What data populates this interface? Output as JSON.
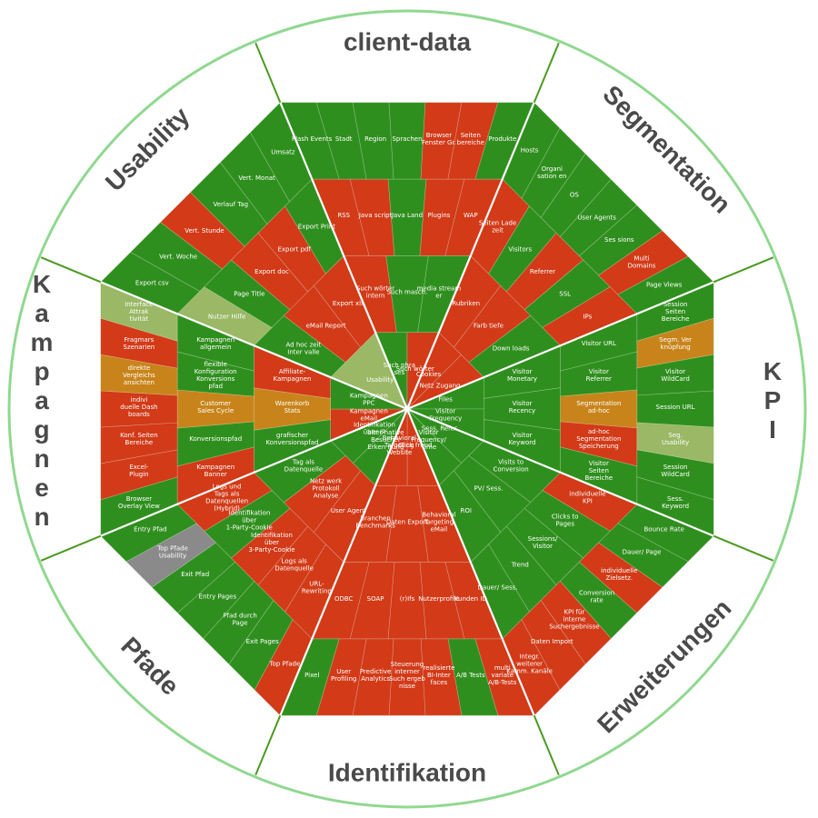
{
  "colors": {
    "green": "#2f8f1e",
    "red": "#d23a18",
    "orange": "#c8841a",
    "lightgreen": "#9ab865",
    "gray": "#8a8a8a",
    "ring": "#90d890",
    "divider": "#4a9a20"
  },
  "categories": [
    {
      "name": "client-data"
    },
    {
      "name": "Segmentation"
    },
    {
      "name": "K P I"
    },
    {
      "name": "Erweiterungen"
    },
    {
      "name": "Identifikation"
    },
    {
      "name": "Pfade"
    },
    {
      "name": "Kampagnen"
    },
    {
      "name": "Usability"
    }
  ],
  "cells": [
    {
      "text": "Such phra ses",
      "fill": "green"
    },
    {
      "text": "Such wörter",
      "fill": "red"
    },
    {
      "text": "Such wörter intern",
      "fill": "red"
    },
    {
      "text": "Such masch.",
      "fill": "green"
    },
    {
      "text": "media stream er",
      "fill": "green"
    },
    {
      "text": "RSS",
      "fill": "red"
    },
    {
      "text": "Java script",
      "fill": "red"
    },
    {
      "text": "Java Land",
      "fill": "green"
    },
    {
      "text": "Plugins",
      "fill": "red"
    },
    {
      "text": "WAP",
      "fill": "red"
    },
    {
      "text": "Flash Events",
      "fill": "green"
    },
    {
      "text": "Stadt",
      "fill": "green"
    },
    {
      "text": "Region",
      "fill": "green"
    },
    {
      "text": "Sprachen",
      "fill": "green"
    },
    {
      "text": "Browser Fenster Gr.",
      "fill": "red"
    },
    {
      "text": "Seiten bereiche",
      "fill": "red"
    },
    {
      "text": "Produkte",
      "fill": "green"
    },
    {
      "text": "Cookies",
      "fill": "red"
    },
    {
      "text": "Netz Zugang",
      "fill": "red"
    },
    {
      "text": "Rubriken",
      "fill": "red"
    },
    {
      "text": "Farb tiefe",
      "fill": "red"
    },
    {
      "text": "Down loads",
      "fill": "green"
    },
    {
      "text": "Seiten Lade zeit",
      "fill": "red"
    },
    {
      "text": "Visitors",
      "fill": "green"
    },
    {
      "text": "Referrer",
      "fill": "red"
    },
    {
      "text": "SSL",
      "fill": "green"
    },
    {
      "text": "IPs",
      "fill": "red"
    },
    {
      "text": "Hosts",
      "fill": "green"
    },
    {
      "text": "Organi sation en",
      "fill": "green"
    },
    {
      "text": "OS",
      "fill": "green"
    },
    {
      "text": "User Agents",
      "fill": "green"
    },
    {
      "text": "Ses sions",
      "fill": "green"
    },
    {
      "text": "Multi Domains",
      "fill": "red"
    },
    {
      "text": "Page Views",
      "fill": "green"
    },
    {
      "text": "Files",
      "fill": "green"
    },
    {
      "text": "Visitor Frequency",
      "fill": "green"
    },
    {
      "text": "Visitor Monetary",
      "fill": "green"
    },
    {
      "text": "Visitor Recency",
      "fill": "green"
    },
    {
      "text": "Visitor Keyword",
      "fill": "green"
    },
    {
      "text": "Visitor URL",
      "fill": "green"
    },
    {
      "text": "Visitor Referrer",
      "fill": "green"
    },
    {
      "text": "Segmentation ad-hoc",
      "fill": "orange"
    },
    {
      "text": "ad-hoc Segmentation Speicherung",
      "fill": "red"
    },
    {
      "text": "Visitor Seiten Bereiche",
      "fill": "green"
    },
    {
      "text": "Session Seiten Bereiche",
      "fill": "green"
    },
    {
      "text": "Segm. Ver knüpfung",
      "fill": "orange"
    },
    {
      "text": "Visitor WildCard",
      "fill": "green"
    },
    {
      "text": "Session URL",
      "fill": "green"
    },
    {
      "text": "Seg. Usability",
      "fill": "lightgreen"
    },
    {
      "text": "Session WildCard",
      "fill": "green"
    },
    {
      "text": "Sess. Keyword",
      "fill": "green"
    },
    {
      "text": "Sess. Refer.",
      "fill": "green"
    },
    {
      "text": "Visitor Frequency/ Time",
      "fill": "green"
    },
    {
      "text": "Visits to Conversion",
      "fill": "green"
    },
    {
      "text": "PV/ Sess.",
      "fill": "green"
    },
    {
      "text": "ROI",
      "fill": "green"
    },
    {
      "text": "individuelle KPI",
      "fill": "red"
    },
    {
      "text": "Clicks to Pages",
      "fill": "green"
    },
    {
      "text": "Sessions/ Visitor",
      "fill": "green"
    },
    {
      "text": "Trend",
      "fill": "green"
    },
    {
      "text": "Dauer/ Sess.",
      "fill": "green"
    },
    {
      "text": "Bounce Rate",
      "fill": "green"
    },
    {
      "text": "Dauer/ Page",
      "fill": "green"
    },
    {
      "text": "individuelle Zielsetz.",
      "fill": "red"
    },
    {
      "text": "Conversion rate",
      "fill": "green"
    },
    {
      "text": "KPI für interne Suchergebnisse",
      "fill": "red"
    },
    {
      "text": "Daten Import",
      "fill": "red"
    },
    {
      "text": "Integr. weiterer Kamm. Kanäle",
      "fill": "red"
    },
    {
      "text": "Click fraud",
      "fill": "red"
    },
    {
      "text": "Behavioral Targeting Website",
      "fill": "red"
    },
    {
      "text": "Behavioral Targeting eMail",
      "fill": "red"
    },
    {
      "text": "Daten Export",
      "fill": "red"
    },
    {
      "text": "Branchen Benchmarks",
      "fill": "red"
    },
    {
      "text": "Kunden ID",
      "fill": "red"
    },
    {
      "text": "Nutzerprofile",
      "fill": "red"
    },
    {
      "text": "(r)Ifs",
      "fill": "red"
    },
    {
      "text": "SOAP",
      "fill": "red"
    },
    {
      "text": "ODBC",
      "fill": "red"
    },
    {
      "text": "multi variate A/B-Tests",
      "fill": "red"
    },
    {
      "text": "A/B Tests",
      "fill": "green"
    },
    {
      "text": "realisierte BI-Inter faces",
      "fill": "red"
    },
    {
      "text": "Steuerung interner Such ergeb nisse",
      "fill": "red"
    },
    {
      "text": "Predictive Analytics",
      "fill": "red"
    },
    {
      "text": "User Profiling",
      "fill": "red"
    },
    {
      "text": "Pixel",
      "fill": "green"
    },
    {
      "text": "alter native Besucher Erken nung",
      "fill": "green"
    },
    {
      "text": "Identifikation über IP",
      "fill": "green"
    },
    {
      "text": "User Agent",
      "fill": "red"
    },
    {
      "text": "Netz werk Protokoll Analyse",
      "fill": "red"
    },
    {
      "text": "Tag als Datenquelle",
      "fill": "green"
    },
    {
      "text": "URL- Rewriting",
      "fill": "red"
    },
    {
      "text": "Logs als Datenquelle",
      "fill": "red"
    },
    {
      "text": "Identifikation über 3-Party-Cookie",
      "fill": "red"
    },
    {
      "text": "Identifikation über 1-Party-Cookie",
      "fill": "green"
    },
    {
      "text": "Logs und Tags als Datenquellen (Hybrid)",
      "fill": "red"
    },
    {
      "text": "Top Pfade",
      "fill": "red"
    },
    {
      "text": "Exit Pages",
      "fill": "green"
    },
    {
      "text": "Pfad durch Page",
      "fill": "green"
    },
    {
      "text": "Entry Pages",
      "fill": "green"
    },
    {
      "text": "Exit Pfad",
      "fill": "green"
    },
    {
      "text": "Top Pfade Usability",
      "fill": "gray"
    },
    {
      "text": "Entry Pfad",
      "fill": "green"
    },
    {
      "text": "Kampagnen eMail",
      "fill": "red"
    },
    {
      "text": "Kampagnen PPC",
      "fill": "green"
    },
    {
      "text": "grafischer Konversionspfad",
      "fill": "green"
    },
    {
      "text": "Warenkorb Stats",
      "fill": "orange"
    },
    {
      "text": "Affiliate- Kampagnen",
      "fill": "red"
    },
    {
      "text": "Kampagnen Banner",
      "fill": "red"
    },
    {
      "text": "Konversionspfad",
      "fill": "green"
    },
    {
      "text": "Customer Sales Cycle",
      "fill": "orange"
    },
    {
      "text": "flexible Konfiguration Konversions pfad",
      "fill": "green"
    },
    {
      "text": "Kampagnen allgemein",
      "fill": "green"
    },
    {
      "text": "Browser Overlay View",
      "fill": "green"
    },
    {
      "text": "Excel- Plugin",
      "fill": "red"
    },
    {
      "text": "Konf. Seiten Bereiche",
      "fill": "red"
    },
    {
      "text": "indivi duelle Dash boards",
      "fill": "red"
    },
    {
      "text": "direkte Vergleichs ansichten",
      "fill": "orange"
    },
    {
      "text": "Fragmars Szenarien",
      "fill": "red"
    },
    {
      "text": "Interface Attrak tivität",
      "fill": "lightgreen"
    },
    {
      "text": "Usability",
      "fill": "lightgreen"
    },
    {
      "text": "Ad hoc zeit Inter valle",
      "fill": "green"
    },
    {
      "text": "eMail Report",
      "fill": "red"
    },
    {
      "text": "Export xls",
      "fill": "red"
    },
    {
      "text": "Nutzer Hilfe",
      "fill": "lightgreen"
    },
    {
      "text": "Page Title",
      "fill": "green"
    },
    {
      "text": "Export doc",
      "fill": "red"
    },
    {
      "text": "Export pdf",
      "fill": "red"
    },
    {
      "text": "Export Print",
      "fill": "green"
    },
    {
      "text": "Export csv",
      "fill": "green"
    },
    {
      "text": "Vert. Woche",
      "fill": "green"
    },
    {
      "text": "Vert. Stunde",
      "fill": "red"
    },
    {
      "text": "Verlauf Tag",
      "fill": "green"
    },
    {
      "text": "Vert. Monat",
      "fill": "green"
    },
    {
      "text": "Umsatz",
      "fill": "green"
    }
  ]
}
